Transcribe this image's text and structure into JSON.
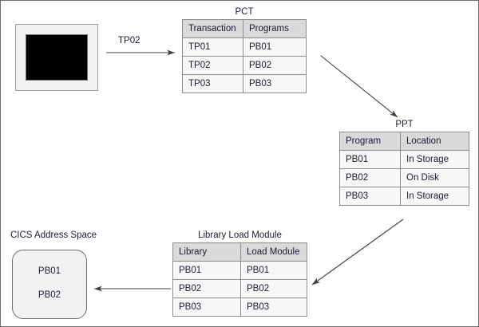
{
  "diagram": {
    "title_hidden": "CICS program lookup flow",
    "accent_red": "#ff0000",
    "header_gray": "#d9d9d9",
    "cell_gray": "#f7f7f7"
  },
  "terminal": {
    "name": "3270-terminal"
  },
  "arrows": {
    "tp02_label": "TP02",
    "terminal_to_pct": "arrow-terminal-to-pct",
    "pct_to_ppt": "arrow-pct-to-ppt",
    "ppt_to_library": "arrow-ppt-to-library",
    "library_to_cics": "arrow-library-to-cics"
  },
  "pct": {
    "title": "PCT",
    "columns": [
      "Transaction",
      "Programs"
    ],
    "rows": [
      {
        "cells": [
          "TP01",
          "PB01"
        ],
        "highlight": false
      },
      {
        "cells": [
          "TP02",
          "PB02"
        ],
        "highlight": true
      },
      {
        "cells": [
          "TP03",
          "PB03"
        ],
        "highlight": false
      }
    ]
  },
  "ppt": {
    "title": "PPT",
    "columns": [
      "Program",
      "Location"
    ],
    "rows": [
      {
        "cells": [
          "PB01",
          "In Storage"
        ],
        "highlight": false
      },
      {
        "cells": [
          "PB02",
          "On Disk"
        ],
        "highlight": true
      },
      {
        "cells": [
          "PB03",
          "In Storage"
        ],
        "highlight": false
      }
    ]
  },
  "library": {
    "title": "Library Load Module",
    "columns": [
      "Library",
      "Load Module"
    ],
    "rows": [
      {
        "cells": [
          "PB01",
          "PB01"
        ],
        "highlight": false
      },
      {
        "cells": [
          "PB02",
          "PB02"
        ],
        "highlight": true
      },
      {
        "cells": [
          "PB03",
          "PB03"
        ],
        "highlight": false
      }
    ]
  },
  "cics": {
    "label": "CICS Address Space",
    "entries": [
      {
        "text": "PB01",
        "highlight": false
      },
      {
        "text": "PB02",
        "highlight": true
      }
    ]
  }
}
